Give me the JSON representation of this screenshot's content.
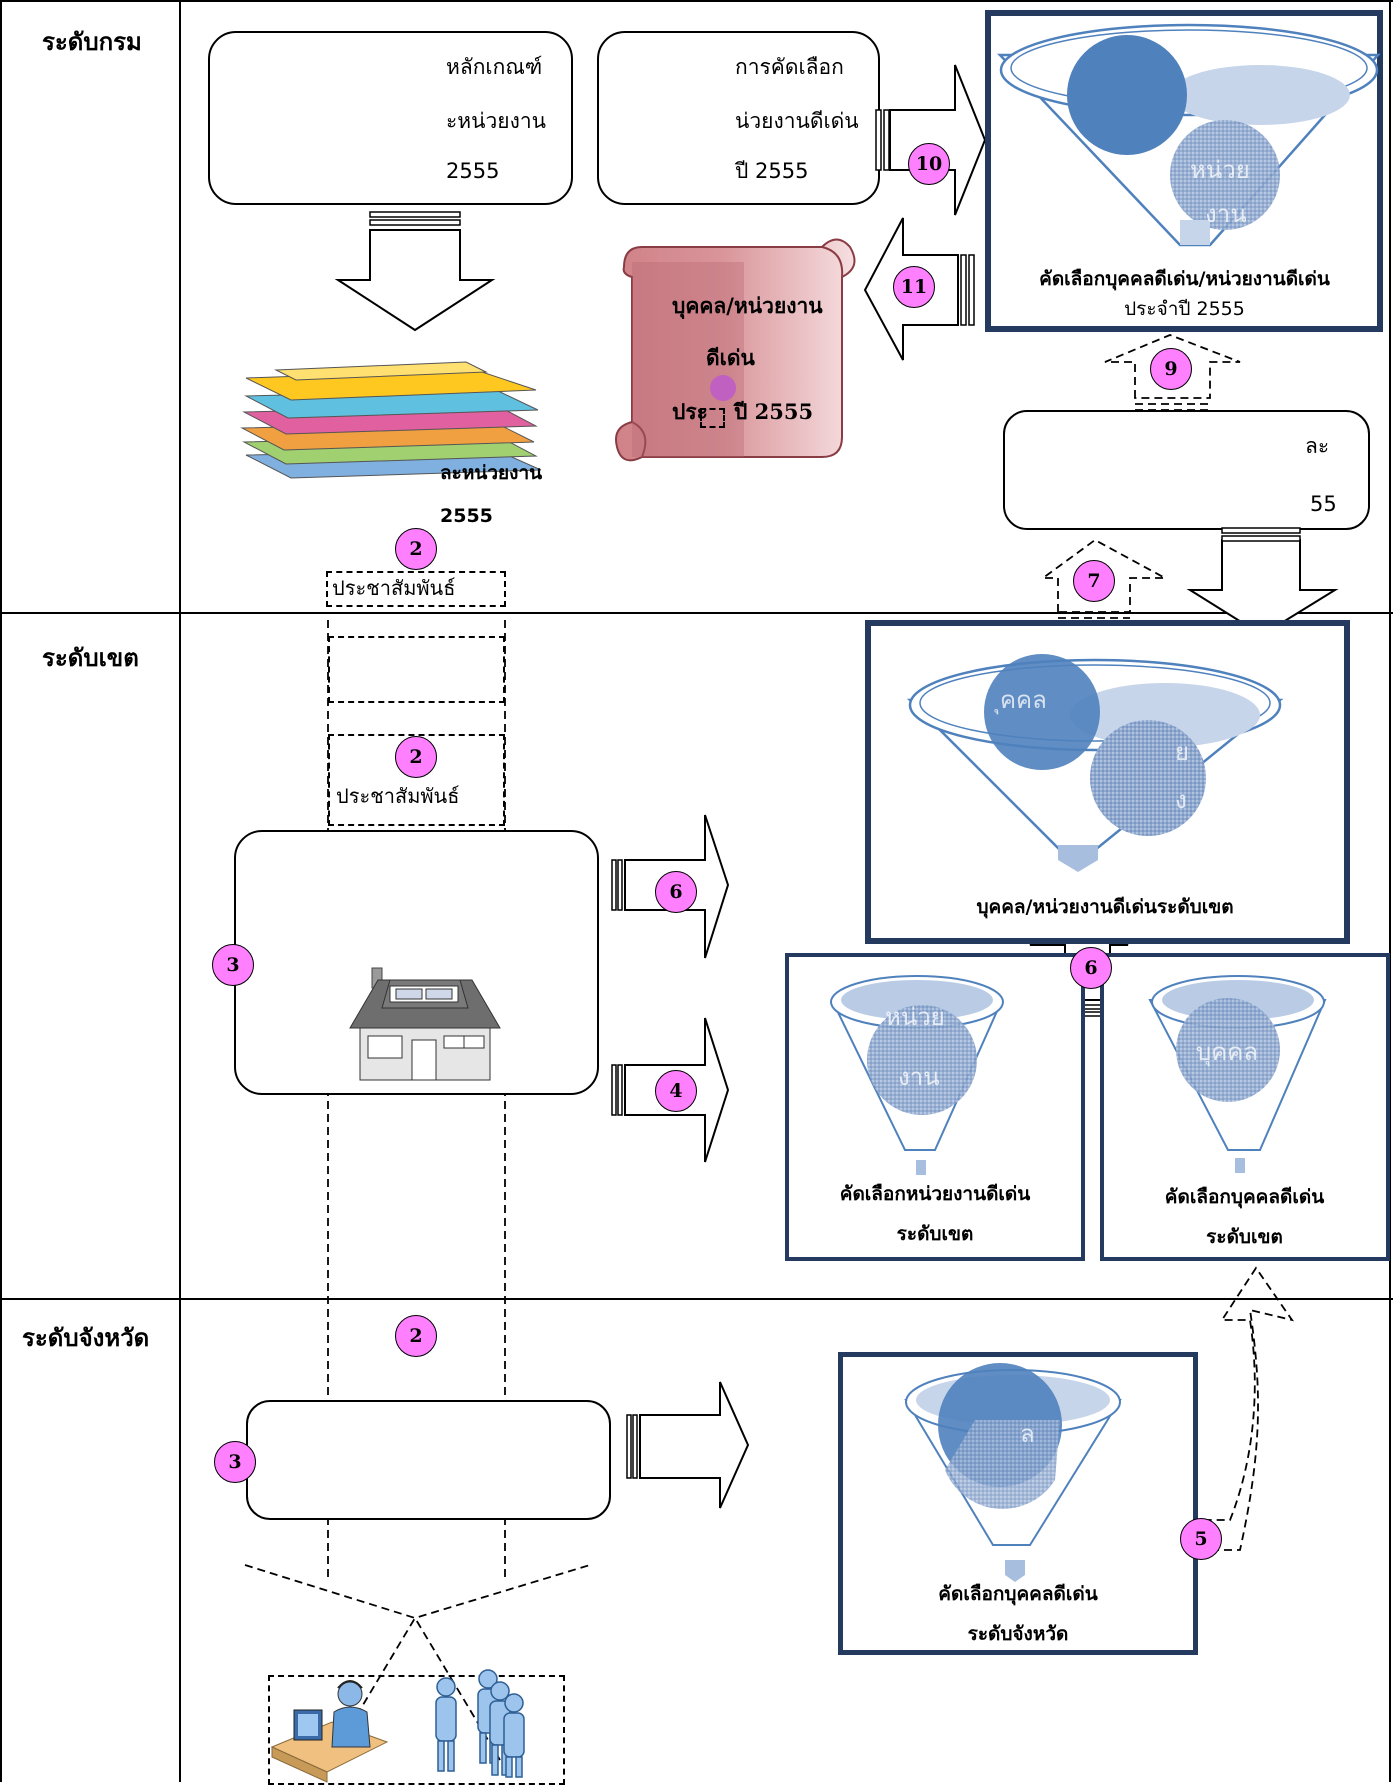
{
  "levels": {
    "department": "ระดับกรม",
    "region": "ระดับเขต",
    "province": "ระดับจังหวัด"
  },
  "top_boxes": {
    "criteria": [
      "หลักเกณฑ์",
      "ะหน่วยงาน",
      "2555"
    ],
    "selection": [
      "การคัดเลือก",
      "น่วยงานดีเด่น",
      "ปี 2555"
    ]
  },
  "documents_caption": [
    "ละหน่วยงาน",
    "2555"
  ],
  "scroll_text": [
    "บุคคล/หน่วยงาน",
    "ดีเด่น",
    "ประ",
    "ปี 2555"
  ],
  "dept_funnel": {
    "inner_text": [
      "หน่วย",
      "งาน"
    ],
    "caption": [
      "คัดเลือกบุคคลดีเด่น/หน่วยงานดีเด่น",
      "ประจำปี 2555"
    ]
  },
  "small_right_box": [
    "ละ",
    "55"
  ],
  "pr_label": "ประชาสัมพันธ์",
  "region_funnel": {
    "inner_text_1": "ุคคล",
    "inner_text_2": [
      "ย",
      "ง"
    ],
    "caption": "บุคคล/หน่วยงานดีเด่นระดับเขต"
  },
  "unit_funnel": {
    "inner_text": [
      "หน่วย",
      "งาน"
    ],
    "caption": [
      "คัดเลือกหน่วยงานดีเด่น",
      "ระดับเขต"
    ]
  },
  "person_funnel": {
    "inner_text": "บุคคล",
    "caption": [
      "คัดเลือกบุคคลดีเด่น",
      "ระดับเขต"
    ]
  },
  "province_funnel": {
    "inner_text": "ล",
    "caption": [
      "คัดเลือกบุคคลดีเด่น",
      "ระดับจังหวัด"
    ]
  },
  "badges": {
    "b2a": "2",
    "b2b": "2",
    "b2c": "2",
    "b3a": "3",
    "b3b": "3",
    "b4": "4",
    "b5": "5",
    "b6a": "6",
    "b6b": "6",
    "b7": "7",
    "b9": "9",
    "b10": "10",
    "b11": "11"
  },
  "colors": {
    "panel_border": "#243a5e",
    "badge_fill": "#ff80ff",
    "funnel_blue": "#4f81bd",
    "scroll_pink": "#d9959a"
  },
  "icons": [
    "folder-stack-icon",
    "house-icon",
    "call-center-icon",
    "people-group-icon",
    "scroll-icon",
    "funnel-icon",
    "block-arrow-icon"
  ]
}
